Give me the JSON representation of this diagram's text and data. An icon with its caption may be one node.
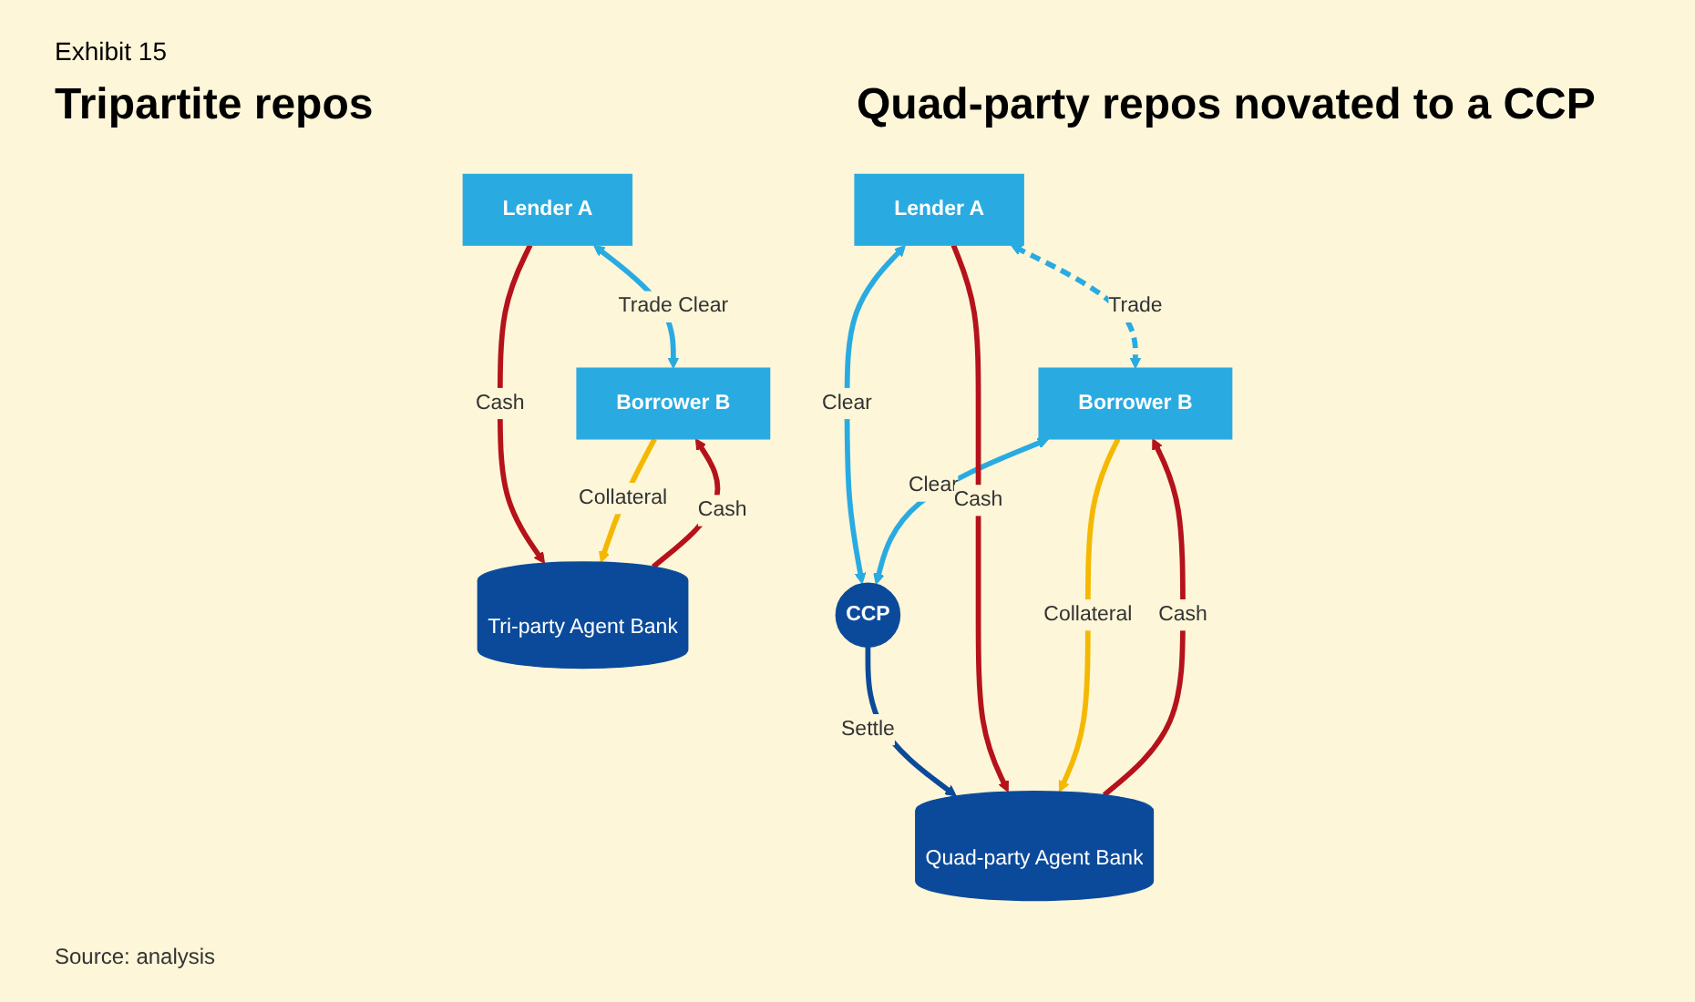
{
  "diagram": {
    "caption": "Source: analysis",
    "nodes": [
      {
        "text": [
          "Lender A"
        ]
      },
      {
        "text": [
          "Borrower B"
        ]
      },
      {
        "text": [
          "Tri-party Agent Bank"
        ]
      },
      {
        "text": [
          "Lender A"
        ]
      },
      {
        "text": [
          "Borrower B"
        ]
      },
      {
        "text": [
          "CCP"
        ]
      },
      {
        "text": [
          "Quad-party Agent Bank"
        ]
      }
    ],
    "edges": [
      {
        "from": 0,
        "to": 1,
        "arrow": "both",
        "label": "Trade Clear",
        "color": "#29abe2"
      },
      {
        "from": 0,
        "to": 2,
        "arrow": "to",
        "label": "Cash",
        "color": "#b5121b"
      },
      {
        "from": 2,
        "to": 1,
        "arrow": "to",
        "label": "Cash",
        "color": "#b5121b"
      },
      {
        "from": 1,
        "to": 2,
        "arrow": "to",
        "label": "Collateral",
        "color": "#f5b800"
      },
      {
        "from": 3,
        "to": 4,
        "arrow": "both",
        "label": "Trade",
        "style": "dashed",
        "color": "#29abe2"
      },
      {
        "from": 3,
        "to": 5,
        "arrow": "both",
        "label": "Clear",
        "color": "#29abe2"
      },
      {
        "from": 4,
        "to": 5,
        "arrow": "both",
        "label": "Clear",
        "color": "#29abe2"
      },
      {
        "from": 5,
        "to": 6,
        "arrow": "to",
        "label": "Settle",
        "color": "#0b4a9a"
      },
      {
        "from": 3,
        "to": 6,
        "arrow": "to",
        "label": "Cash",
        "color": "#b5121b"
      },
      {
        "from": 4,
        "to": 6,
        "arrow": "to",
        "label": "Collateral",
        "color": "#f5b800"
      },
      {
        "from": 6,
        "to": 4,
        "arrow": "to",
        "label": "Cash",
        "color": "#b5121b"
      }
    ],
    "labels": [
      "Exhibit 15",
      "Tripartite repos",
      "Quad-party repos novated to a CCP"
    ]
  }
}
